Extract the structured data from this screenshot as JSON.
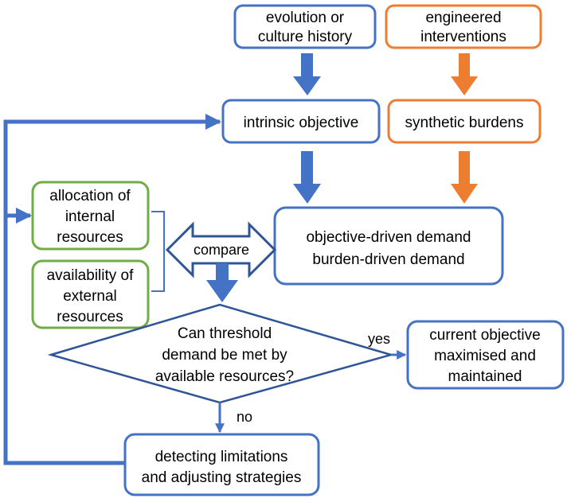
{
  "colors": {
    "blue": "#4472C4",
    "dark_blue": "#2F5597",
    "orange": "#ED7D31",
    "green": "#70AD47",
    "text": "#000000"
  },
  "nodes": {
    "evolution": [
      "evolution or",
      "culture history"
    ],
    "engineered": [
      "engineered",
      "interventions"
    ],
    "intrinsic": [
      "intrinsic objective"
    ],
    "synthetic": [
      "synthetic burdens"
    ],
    "demand": [
      "objective-driven demand",
      "burden-driven demand"
    ],
    "allocation": [
      "allocation of",
      "internal",
      "resources"
    ],
    "availability": [
      "availability of",
      "external",
      "resources"
    ],
    "compare": "compare",
    "decision": [
      "Can threshold",
      "demand be met by",
      "available resources?"
    ],
    "outcome": [
      "current objective",
      "maximised and",
      "maintained"
    ],
    "detecting": [
      "detecting limitations",
      "and adjusting strategies"
    ]
  },
  "edge_labels": {
    "yes": "yes",
    "no": "no"
  }
}
